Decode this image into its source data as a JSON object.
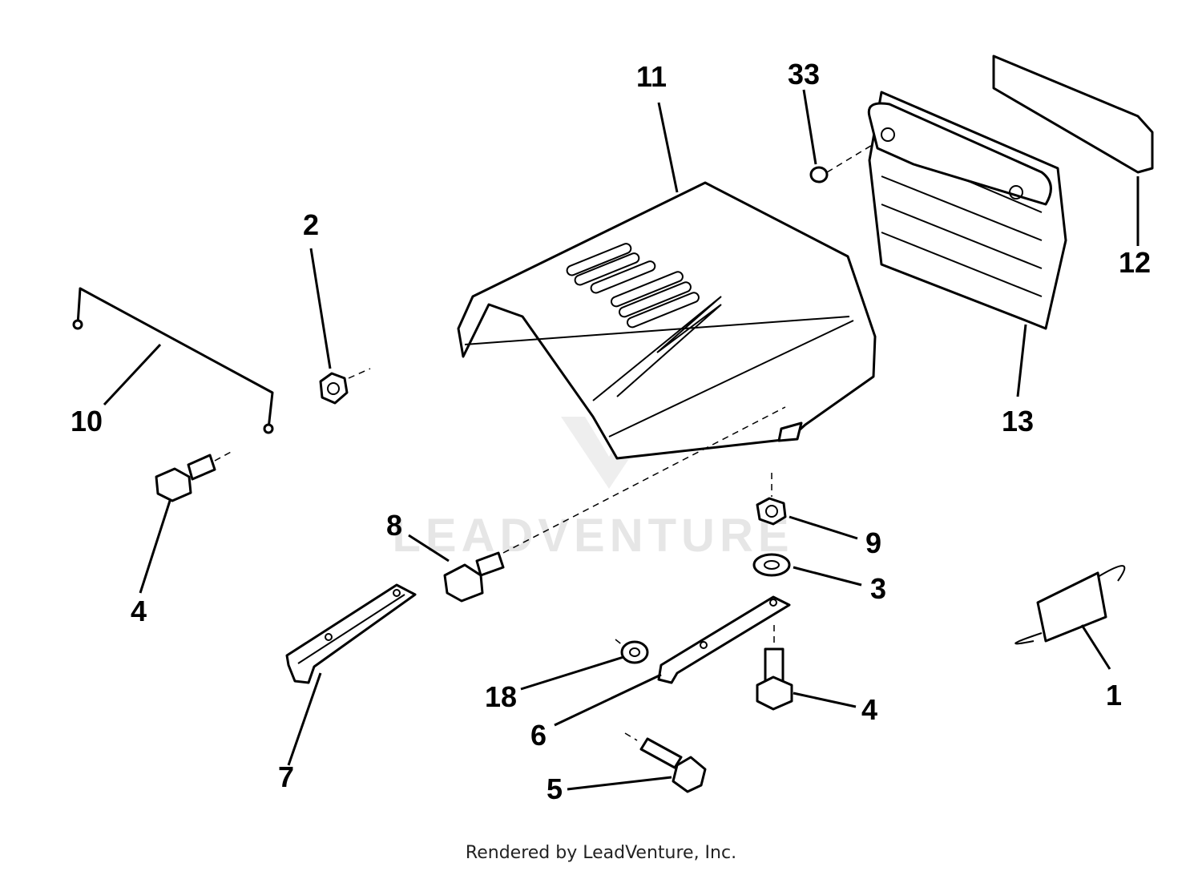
{
  "callouts": [
    {
      "id": "11",
      "label": "11"
    },
    {
      "id": "33",
      "label": "33"
    },
    {
      "id": "2",
      "label": "2"
    },
    {
      "id": "12",
      "label": "12"
    },
    {
      "id": "10",
      "label": "10"
    },
    {
      "id": "13",
      "label": "13"
    },
    {
      "id": "8",
      "label": "8"
    },
    {
      "id": "9",
      "label": "9"
    },
    {
      "id": "3",
      "label": "3"
    },
    {
      "id": "4a",
      "label": "4"
    },
    {
      "id": "18",
      "label": "18"
    },
    {
      "id": "1",
      "label": "1"
    },
    {
      "id": "6",
      "label": "6"
    },
    {
      "id": "4b",
      "label": "4"
    },
    {
      "id": "7",
      "label": "7"
    },
    {
      "id": "5",
      "label": "5"
    }
  ],
  "watermark": "LEADVENTURE",
  "footer": "Rendered by LeadVenture, Inc.",
  "colors": {
    "line": "#000000",
    "background": "#ffffff",
    "watermark": "#e6e6e6"
  }
}
